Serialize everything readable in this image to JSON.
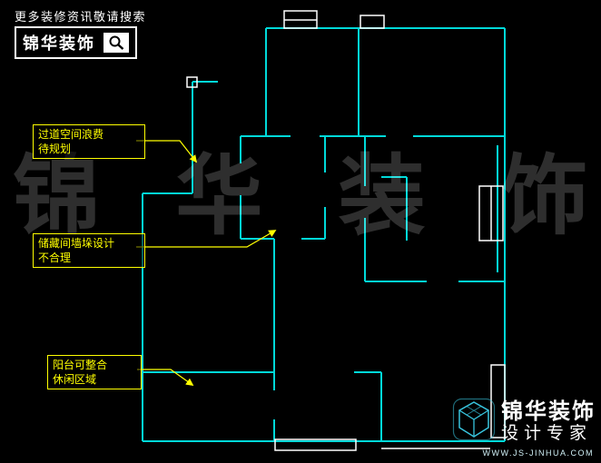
{
  "header": {
    "tagline": "更多装修资讯敬请搜索",
    "brand": "锦华装饰"
  },
  "watermark": {
    "chars": [
      "锦",
      "华",
      "装",
      "饰"
    ]
  },
  "annotations": [
    {
      "line1": "过道空间浪费",
      "line2": "待规划"
    },
    {
      "line1": "储藏间墙垛设计",
      "line2": "不合理"
    },
    {
      "line1": "阳台可整合",
      "line2": "休闲区域"
    }
  ],
  "footer": {
    "brand": "锦华装饰",
    "subtitle": "设计专家",
    "url": "WWW.JS-JINHUA.COM"
  },
  "colors": {
    "background": "#000000",
    "plan_line": "#00d9d9",
    "white_line": "#ffffff",
    "annotation": "#ffff00",
    "watermark": "rgba(255,255,255,0.18)",
    "footer_icon": "#38c4de"
  }
}
